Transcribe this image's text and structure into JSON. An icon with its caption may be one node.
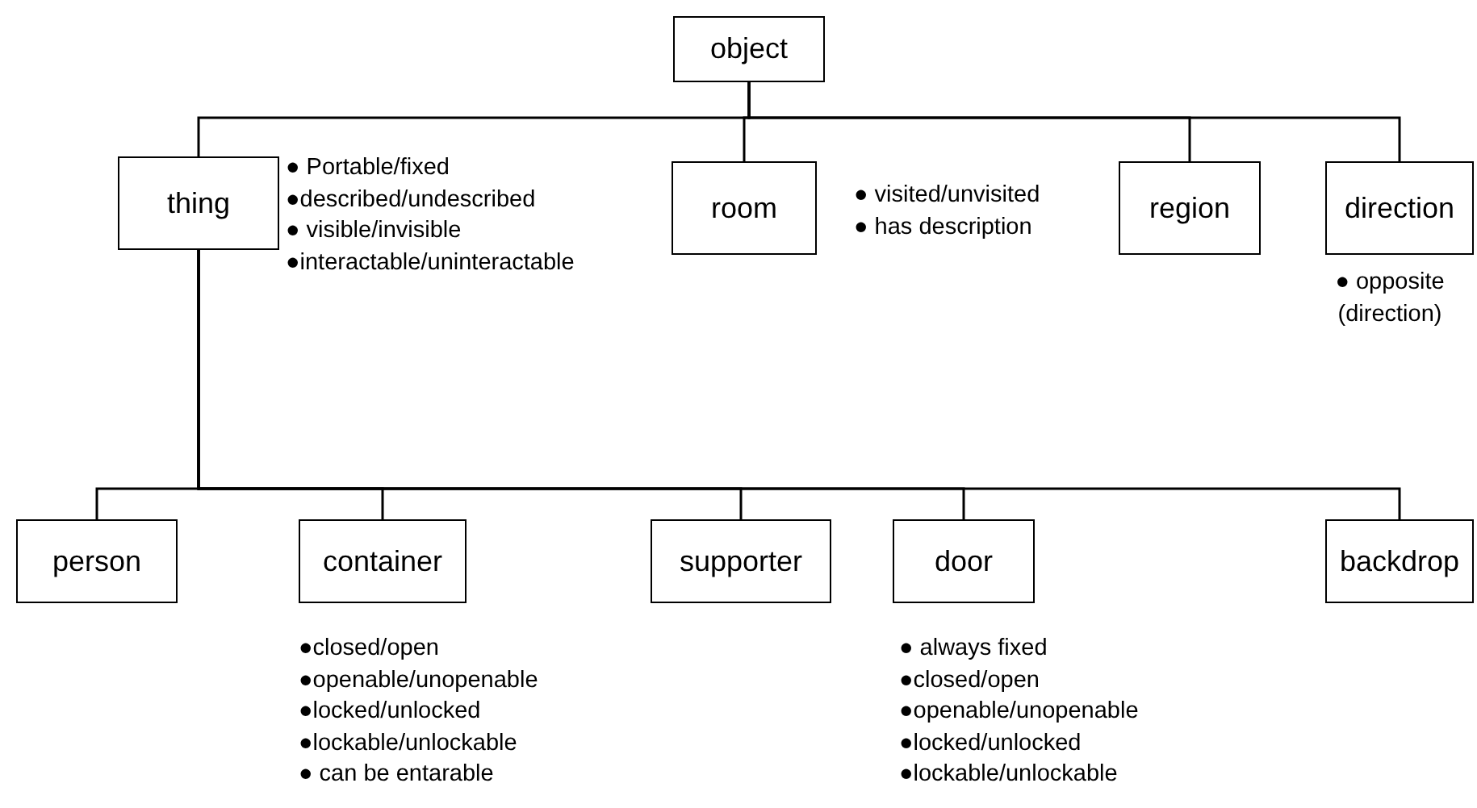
{
  "diagram": {
    "nodes": [
      {
        "text": [
          "object"
        ]
      },
      {
        "text": [
          "thing"
        ],
        "beside": [
          "● Portable/fixed",
          "●described/undescribed",
          "● visible/invisible",
          "●interactable/uninteractable"
        ]
      },
      {
        "text": [
          "room"
        ],
        "beside": [
          "● visited/unvisited",
          "● has description"
        ]
      },
      {
        "text": [
          "region"
        ]
      },
      {
        "text": [
          "direction"
        ],
        "beside": [
          "● opposite (direction)"
        ]
      },
      {
        "text": [
          "person"
        ]
      },
      {
        "text": [
          "container"
        ],
        "beside": [
          "●closed/open",
          "●openable/unopenable",
          "●locked/unlocked",
          "●lockable/unlockable",
          "● can be entarable"
        ]
      },
      {
        "text": [
          "supporter"
        ]
      },
      {
        "text": [
          "door"
        ],
        "beside": [
          "● always fixed",
          "●closed/open",
          "●openable/unopenable",
          "●locked/unlocked",
          "●lockable/unlockable"
        ]
      },
      {
        "text": [
          "backdrop"
        ]
      }
    ],
    "edges": [
      {
        "from": 0,
        "to": 1,
        "arrow": "none"
      },
      {
        "from": 0,
        "to": 2,
        "arrow": "none"
      },
      {
        "from": 0,
        "to": 3,
        "arrow": "none"
      },
      {
        "from": 0,
        "to": 4,
        "arrow": "none"
      },
      {
        "from": 1,
        "to": 5,
        "arrow": "none"
      },
      {
        "from": 1,
        "to": 6,
        "arrow": "none"
      },
      {
        "from": 1,
        "to": 7,
        "arrow": "none"
      },
      {
        "from": 1,
        "to": 8,
        "arrow": "none"
      },
      {
        "from": 1,
        "to": 9,
        "arrow": "none"
      }
    ]
  }
}
